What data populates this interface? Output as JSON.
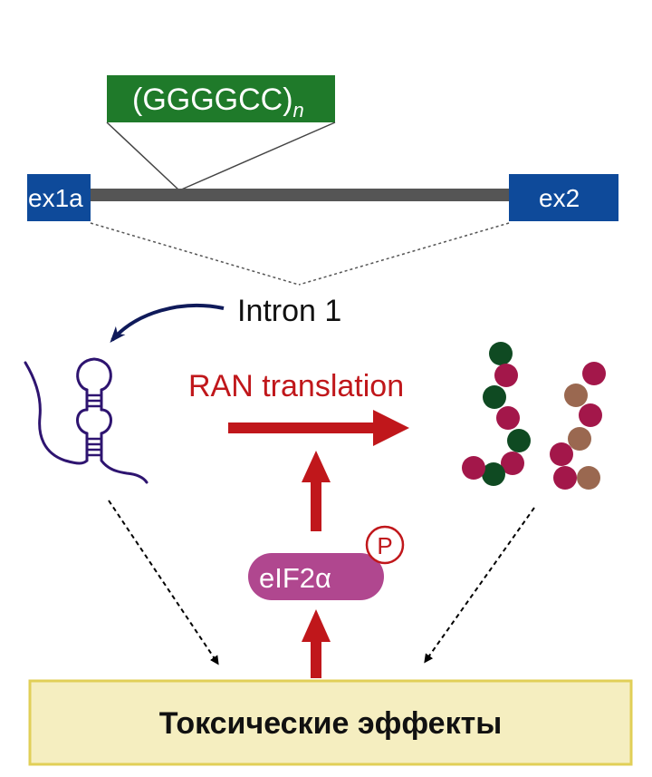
{
  "repeat": {
    "text": "(GGGGCC)",
    "subscript": "n",
    "color": "#1f7a2a"
  },
  "exons": {
    "ex1a": "ex1a",
    "ex2": "ex2",
    "color": "#0e4a9a",
    "intron_line_color": "#555555"
  },
  "intron_label": "Intron 1",
  "ran_label": "RAN translation",
  "eif": {
    "label": "eIF2α",
    "phospho": "P",
    "color": "#b0478f"
  },
  "box_label": "Токсические эффекты",
  "colors": {
    "red_arrow": "#c0171b",
    "rna_hairpin": "#2e1470",
    "curved_arrow": "#0f1a5a",
    "box_fill": "#f5eec0",
    "box_border": "#e1cf57",
    "dark_green": "#0f4a22",
    "crimson": "#a3174a",
    "brown": "#9a6850"
  },
  "dpr_chains": [
    [
      "dark_green",
      "crimson",
      "dark_green",
      "crimson",
      "dark_green",
      "crimson",
      "dark_green",
      "crimson"
    ],
    [
      "crimson",
      "brown",
      "crimson",
      "brown",
      "crimson",
      "brown",
      "crimson"
    ]
  ]
}
